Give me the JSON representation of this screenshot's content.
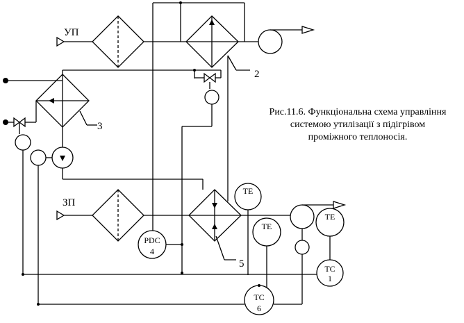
{
  "labels": {
    "up": "УП",
    "zp": "ЗП",
    "n2": "2",
    "n3": "3",
    "n5": "5",
    "te1": "TE",
    "te2": "TE",
    "te3": "TE",
    "pdc": "PDC",
    "pdc_num": "4",
    "tc1": "TC",
    "tc1_num": "1",
    "tc6": "TC",
    "tc6_num": "6"
  },
  "caption": {
    "line1": "Рис.11.6. Функціональна схема управління",
    "line2": "системою утилізації з підігрівом",
    "line3": "проміжного теплоносія."
  }
}
